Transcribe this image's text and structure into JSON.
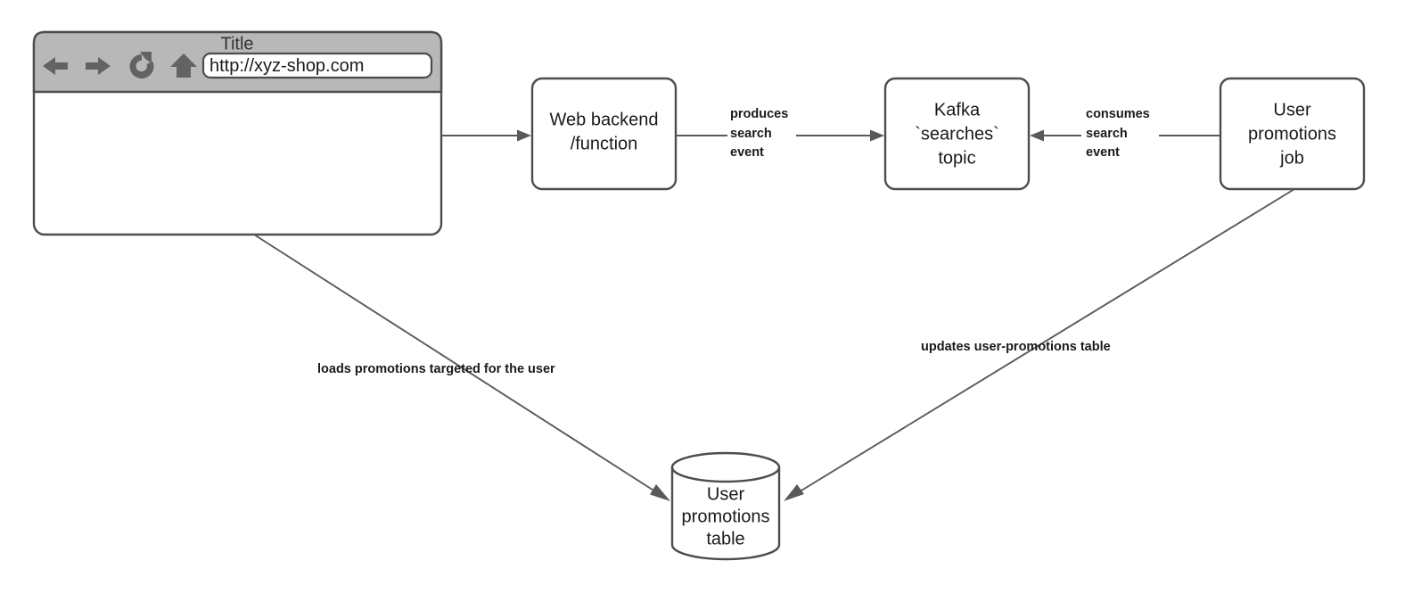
{
  "diagram": {
    "type": "architecture-flow-diagram",
    "background_color": "#ffffff",
    "stroke_color": "#4d4d4d",
    "edge_color": "#595959",
    "node_fill": "#ffffff",
    "text_color": "#1a1a1a"
  },
  "browser": {
    "title": "Title",
    "url_value": "http://xyz-shop.com",
    "toolbar_color": "#b8b8b8",
    "icon_color": "#636363",
    "icons": [
      {
        "name": "back-arrow-icon",
        "glyph": "←"
      },
      {
        "name": "forward-arrow-icon",
        "glyph": "→"
      },
      {
        "name": "reload-icon",
        "glyph": "↻"
      },
      {
        "name": "home-icon",
        "glyph": "⌂"
      }
    ]
  },
  "nodes": [
    {
      "id": "browser-window",
      "shape": "browser",
      "lines": []
    },
    {
      "id": "web-backend",
      "shape": "rounded-rect",
      "lines": [
        "Web backend",
        "/function"
      ]
    },
    {
      "id": "kafka-topic",
      "shape": "rounded-rect",
      "lines": [
        "Kafka",
        "`searches`",
        "topic"
      ]
    },
    {
      "id": "user-promotions-job",
      "shape": "rounded-rect",
      "lines": [
        "User",
        "promotions",
        "job"
      ]
    },
    {
      "id": "user-promotions-table",
      "shape": "cylinder",
      "lines": [
        "User",
        "promotions",
        "table"
      ]
    }
  ],
  "edges": [
    {
      "id": "browser-to-backend",
      "from": "browser-window",
      "to": "web-backend",
      "label_lines": []
    },
    {
      "id": "backend-to-kafka",
      "from": "web-backend",
      "to": "kafka-topic",
      "label_lines": [
        "produces",
        "search",
        "event"
      ]
    },
    {
      "id": "job-to-kafka",
      "from": "user-promotions-job",
      "to": "kafka-topic",
      "label_lines": [
        "consumes",
        "search",
        "event"
      ]
    },
    {
      "id": "browser-to-table",
      "from": "browser-window",
      "to": "user-promotions-table",
      "label_lines": [
        "loads promotions targeted for the user"
      ]
    },
    {
      "id": "job-to-table",
      "from": "user-promotions-job",
      "to": "user-promotions-table",
      "label_lines": [
        "updates user-promotions table"
      ]
    }
  ],
  "labels": {
    "produces_l1": "produces",
    "produces_l2": "search",
    "produces_l3": "event",
    "consumes_l1": "consumes",
    "consumes_l2": "search",
    "consumes_l3": "event",
    "loads": "loads promotions targeted for the user",
    "updates": "updates user-promotions table"
  },
  "node_text": {
    "web_backend_l1": "Web backend",
    "web_backend_l2": "/function",
    "kafka_l1": "Kafka",
    "kafka_l2": "`searches`",
    "kafka_l3": "topic",
    "job_l1": "User",
    "job_l2": "promotions",
    "job_l3": "job",
    "table_l1": "User",
    "table_l2": "promotions",
    "table_l3": "table"
  }
}
